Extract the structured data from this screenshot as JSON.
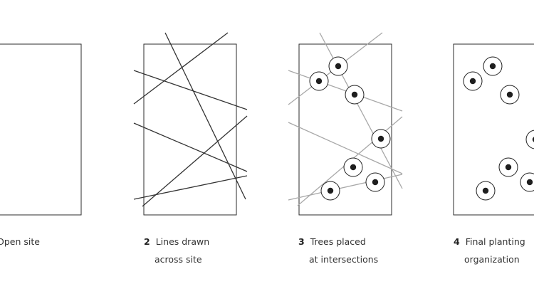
{
  "steps": [
    {
      "number": "",
      "line1": "Open site",
      "line2": ""
    },
    {
      "number": "2",
      "line1": "Lines drawn",
      "line2": "across site"
    },
    {
      "number": "3",
      "line1": "Trees placed",
      "line2": "at intersections"
    },
    {
      "number": "4",
      "line1": "Final planting",
      "line2": "organization"
    }
  ],
  "colors": {
    "frame": "#2b2b2b",
    "line_dark": "#333333",
    "line_light": "#a8a8a8",
    "tree": "#1e1e1e"
  }
}
